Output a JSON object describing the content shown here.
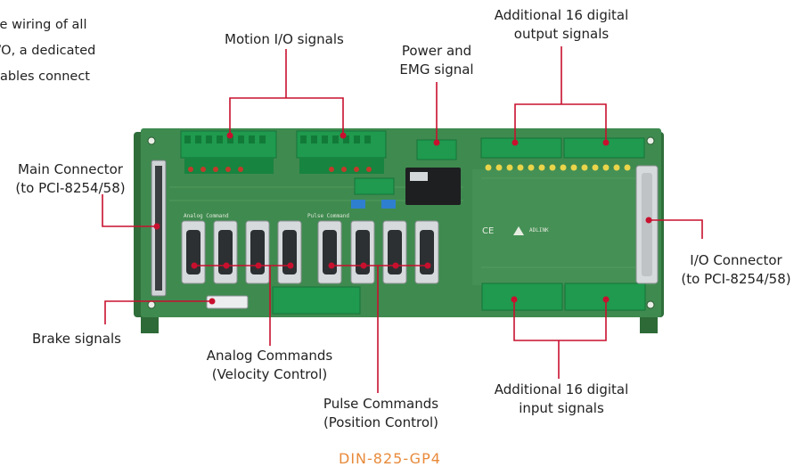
{
  "intro_text": [
    "se wiring of all",
    "I/O, a dedicated",
    "cables connect"
  ],
  "labels": {
    "motion_io": "Motion I/O signals",
    "power_emg": [
      "Power and",
      "EMG signal"
    ],
    "add_output": [
      "Additional 16 digital",
      "output signals"
    ],
    "main_connector": [
      "Main Connector",
      "(to PCI-8254/58)"
    ],
    "io_connector": [
      "I/O Connector",
      "(to PCI-8254/58)"
    ],
    "brake": "Brake signals",
    "analog_cmd": [
      "Analog Commands",
      "(Velocity Control)"
    ],
    "pulse_cmd": [
      "Pulse Commands",
      "(Position Control)"
    ],
    "add_input": [
      "Additional 16 digital",
      "input signals"
    ]
  },
  "model_name": "DIN-825-GP4",
  "board_silk": {
    "analog": "Analog Command",
    "pulse": "Pulse Command",
    "brand": "ADLINK"
  },
  "colors": {
    "leader": "#c8102e",
    "pcb": "#3f8a4f",
    "terminal": "#1f9a4e",
    "model": "#e88a3a"
  }
}
